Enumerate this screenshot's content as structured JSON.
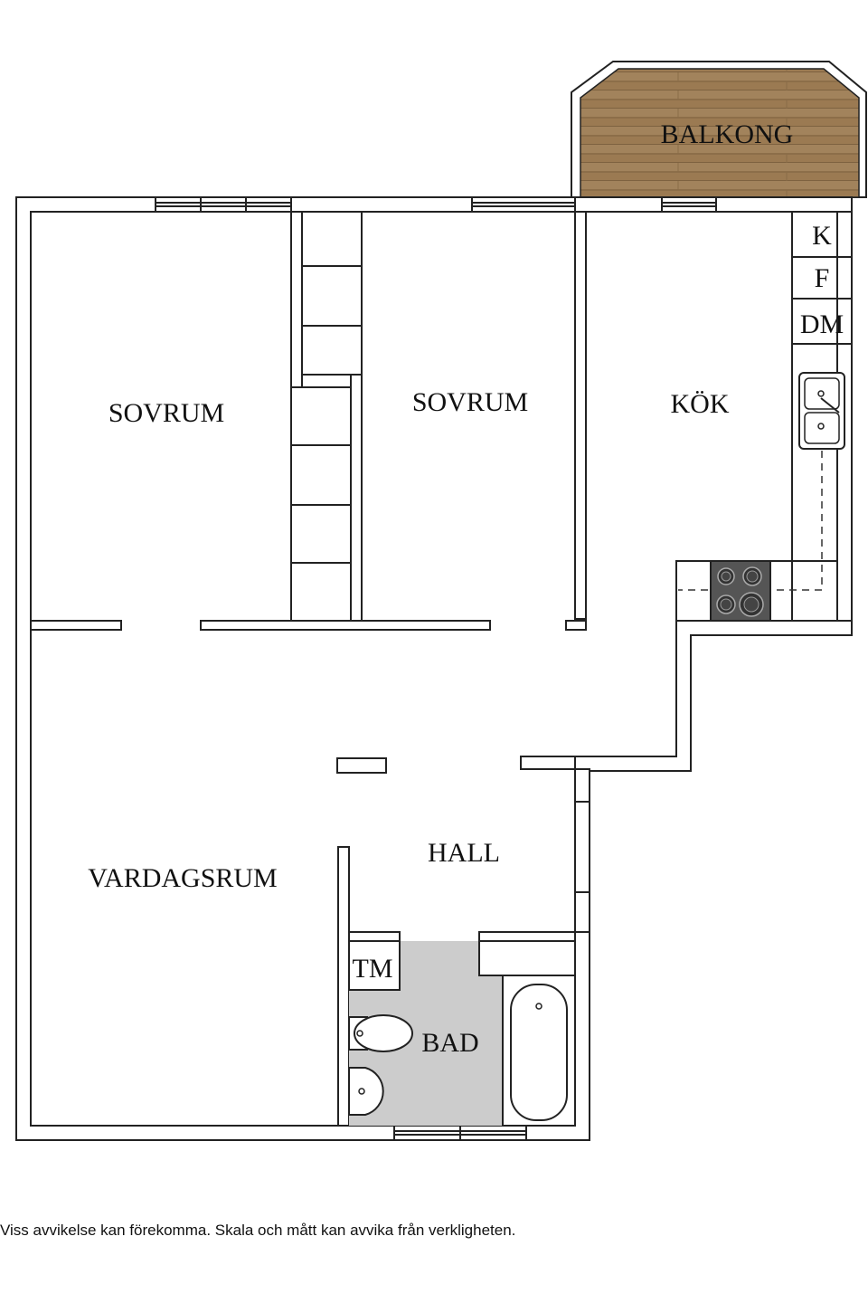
{
  "rooms": {
    "balkong": "BALKONG",
    "sovrum_left": "SOVRUM",
    "sovrum_right": "SOVRUM",
    "kok": "KÖK",
    "hall": "HALL",
    "vardagsrum": "VARDAGSRUM",
    "bad": "BAD"
  },
  "fixtures": {
    "kyl": "K",
    "frys": "F",
    "diskmaskin": "DM",
    "tvattmaskin": "TM"
  },
  "disclaimer": "Viss avvikelse kan förekomma. Skala och mått kan avvika från verkligheten.",
  "colors": {
    "balcony_wood": "#9b7a52",
    "bathroom_floor": "#cccccc",
    "stove_top": "#555555",
    "wall": "#222222"
  }
}
